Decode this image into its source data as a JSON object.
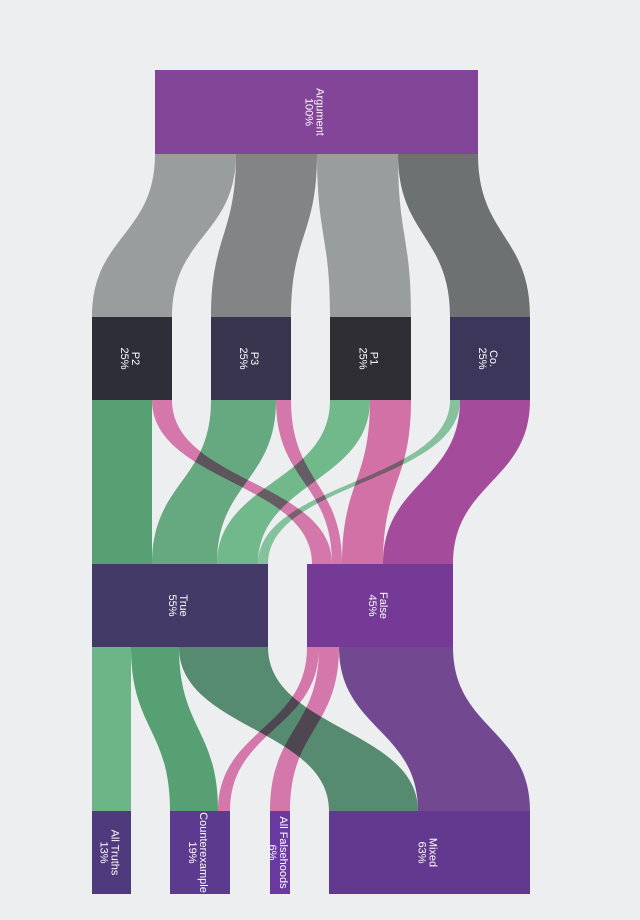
{
  "diagram": {
    "type": "sankey",
    "nodes": [
      {
        "id": "argument",
        "name": "Argument",
        "pct": "100%",
        "color": "#834597"
      },
      {
        "id": "p2",
        "name": "P2",
        "pct": "25%",
        "color": "#2e2e38"
      },
      {
        "id": "p3",
        "name": "P3",
        "pct": "25%",
        "color": "#3a354f"
      },
      {
        "id": "p1",
        "name": "P1",
        "pct": "25%",
        "color": "#2f2f33"
      },
      {
        "id": "co",
        "name": "Co.",
        "pct": "25%",
        "color": "#3c375a"
      },
      {
        "id": "true",
        "name": "True",
        "pct": "55%",
        "color": "#443a67"
      },
      {
        "id": "false",
        "name": "False",
        "pct": "45%",
        "color": "#743a96"
      },
      {
        "id": "all_truths",
        "name": "All Truths",
        "pct": "13%",
        "color": "#4f3a7d"
      },
      {
        "id": "counterexample",
        "name": "Counterexample",
        "pct": "19%",
        "color": "#5c3a8e"
      },
      {
        "id": "all_falsehoods",
        "name": "All Falsehoods",
        "pct": "6%",
        "color": "#6a3aa0"
      },
      {
        "id": "mixed",
        "name": "Mixed",
        "pct": "63%",
        "color": "#63398f"
      }
    ],
    "link_colors": {
      "to_premise_light": "#a6a8a7",
      "to_premise_mid": "#8c8d8e",
      "to_premise_dark": "#777978",
      "truth": "#55a873",
      "truth_light": "#6bbf88",
      "falsehood": "#e06aa8",
      "falsehood_dark": "#ad47a0",
      "mixed_purple": "#744395",
      "mixed_green": "#4c8a69"
    }
  }
}
